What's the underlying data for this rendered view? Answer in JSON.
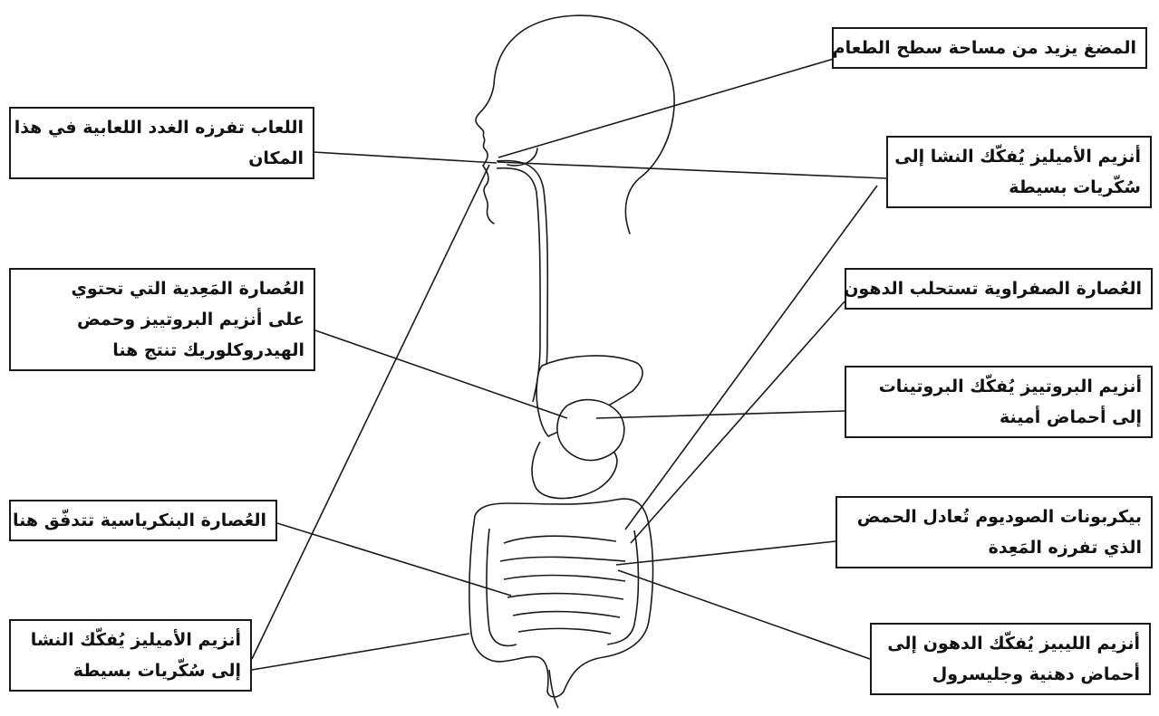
{
  "colors": {
    "ink": "#1a1a1a",
    "background": "#ffffff"
  },
  "labels": {
    "right": [
      {
        "id": "chewing",
        "lines": [
          "المضغ يزيد من مساحة سطح الطعام"
        ]
      },
      {
        "id": "amylase_mouth",
        "lines": [
          "أنزيم الأميليز يُفكّك النشا إلى",
          "سُكّريات بسيطة"
        ]
      },
      {
        "id": "bile",
        "lines": [
          "العُصارة الصفراوية تستحلب الدهون"
        ]
      },
      {
        "id": "protease",
        "lines": [
          "أنزيم البروتييز يُفكّك البروتينات",
          "إلى أحماض أمينة"
        ]
      },
      {
        "id": "bicarbonate",
        "lines": [
          "بيكربونات الصوديوم تُعادل الحمض",
          "الذي تفرزه المَعِدة"
        ]
      },
      {
        "id": "lipase",
        "lines": [
          "أنزيم الليبيز يُفكّك الدهون إلى",
          "أحماض دهنية وجليسرول"
        ]
      }
    ],
    "left": [
      {
        "id": "saliva",
        "lines": [
          "اللعاب تفرزه الغدد اللعابية في هذا",
          "المكان"
        ]
      },
      {
        "id": "gastric",
        "lines": [
          "العُصارة المَعِدية التي تحتوي",
          "على أنزيم البروتييز وحمض",
          "الهيدروكلوريك تنتج هنا"
        ]
      },
      {
        "id": "pancreatic",
        "lines": [
          "العُصارة البنكرياسية تتدفّق هنا"
        ]
      },
      {
        "id": "amylase_intestine",
        "lines": [
          "أنزيم الأميليز يُفكّك النشا",
          "إلى سُكّريات بسيطة"
        ]
      }
    ]
  }
}
